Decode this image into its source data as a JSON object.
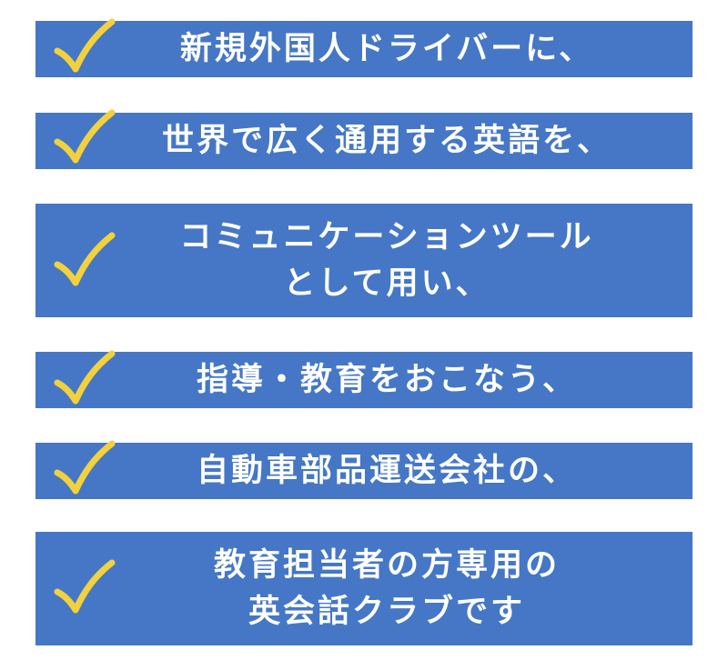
{
  "colors": {
    "banner": "#4577c6",
    "check": "#f2d13c",
    "text": "#ffffff"
  },
  "items": [
    {
      "icon": "check-icon",
      "lines": [
        "新規外国人ドライバーに、"
      ]
    },
    {
      "icon": "check-icon",
      "lines": [
        "世界で広く通用する英語を、"
      ]
    },
    {
      "icon": "check-icon",
      "lines": [
        "コミュニケーションツール",
        "として用い、"
      ]
    },
    {
      "icon": "check-icon",
      "lines": [
        "指導・教育をおこなう、"
      ]
    },
    {
      "icon": "check-icon",
      "lines": [
        "自動車部品運送会社の、"
      ]
    },
    {
      "icon": "check-icon",
      "lines": [
        "教育担当者の方専用の",
        "英会話クラブです"
      ]
    }
  ]
}
